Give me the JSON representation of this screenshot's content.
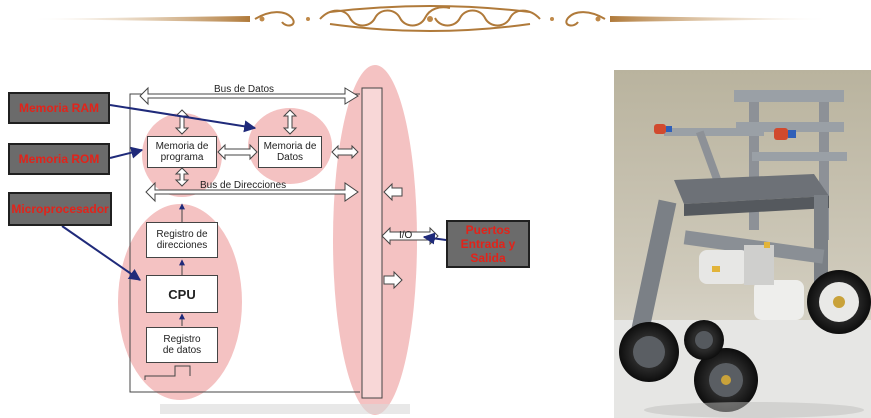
{
  "callouts": {
    "ram": "Memoria RAM",
    "rom": "Memoria ROM",
    "micro": "Microprocesador",
    "ports_line1": "Puertos",
    "ports_line2": "Entrada y",
    "ports_line3": "Salida"
  },
  "blocks": {
    "program_memory_1": "Memoria de",
    "program_memory_2": "programa",
    "data_memory_1": "Memoria de",
    "data_memory_2": "Datos",
    "address_register_1": "Registro de",
    "address_register_2": "direcciones",
    "cpu": "CPU",
    "data_register_1": "Registro",
    "data_register_2": "de datos",
    "io": "I/O"
  },
  "buses": {
    "data_bus": "Bus de Datos",
    "address_bus": "Bus de Direcciones"
  },
  "colors": {
    "highlight": "#f4c2c2",
    "callout_bg": "#6b6b6b",
    "callout_text": "#e2231a",
    "pointer": "#1f2a7a",
    "divider": "#c08a4a"
  },
  "photo": {
    "subject": "lego-robot"
  }
}
